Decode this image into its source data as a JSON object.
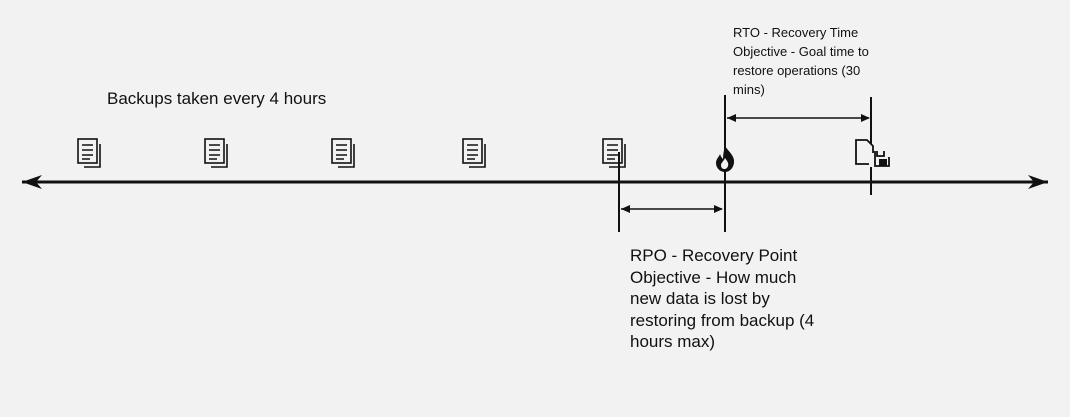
{
  "labels": {
    "backups": "Backups taken every 4 hours",
    "rto": "RTO - Recovery Time Objective - Goal time to restore operations (30 mins)",
    "rpo": "RPO - Recovery Point Objective - How much new data is lost by restoring from backup (4 hours max)"
  },
  "icons": {
    "backup": "document-copy-icon",
    "incident": "fire-icon",
    "restore": "restore-document-icon"
  },
  "colors": {
    "background": "#f2f2f2",
    "line": "#111111"
  }
}
